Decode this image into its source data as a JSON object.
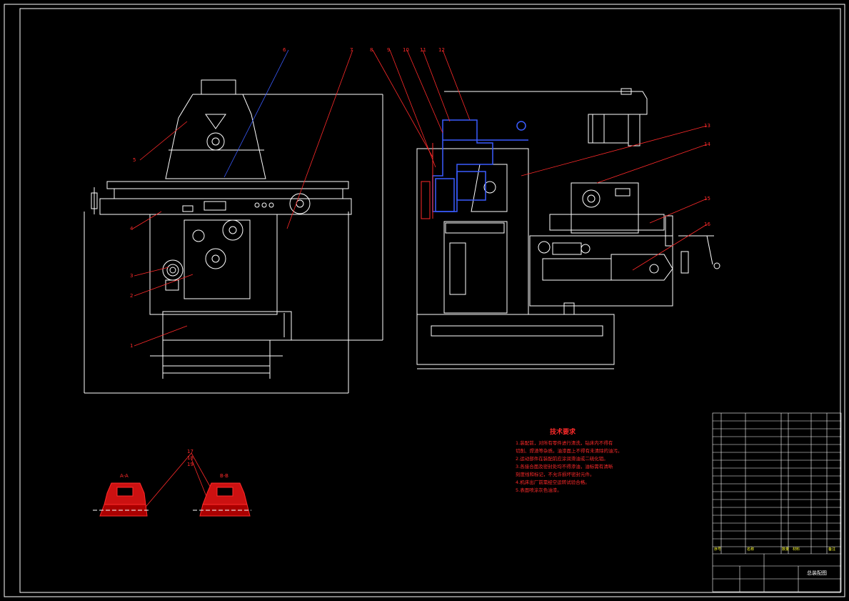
{
  "drawing": {
    "leaders_left": [
      "6",
      "5",
      "4",
      "3",
      "2",
      "1"
    ],
    "leaders_top": [
      "7",
      "8",
      "9",
      "10",
      "11",
      "12"
    ],
    "leaders_right": [
      "13",
      "14",
      "15",
      "16"
    ],
    "section_a": "A-A",
    "section_b": "B-B",
    "section_b_leaders": [
      "17",
      "18",
      "19"
    ]
  },
  "notes": {
    "title": "技术要求",
    "lines": [
      "1.装配前，对所有零件进行清洗，钻床内不得有",
      "切削、焊渣等杂质。油漆面上不得有未清除的油污。",
      "2.运动部件在装配前应涂润滑油或二硫化钼。",
      "3.各接合面及密封处均不得渗油，油标需有清晰",
      "刻度线和标记，不允许损坏密封元件。",
      "4.机床出厂前需经空运转试验合格。",
      "5.表面喷涂灰色油漆。"
    ]
  },
  "title_block": {
    "drawing_name": "总装配图",
    "header_row": [
      "序号",
      "名称",
      "数量",
      "材料",
      "备注"
    ]
  }
}
